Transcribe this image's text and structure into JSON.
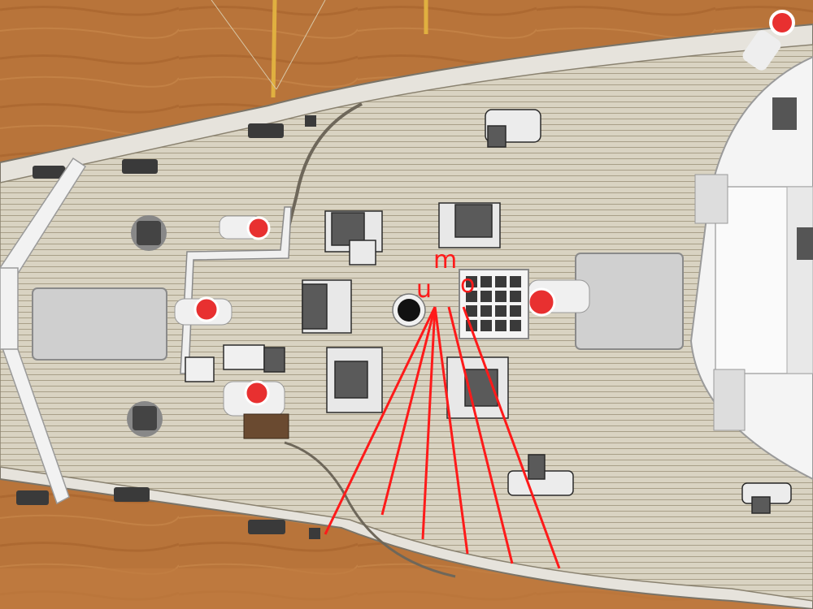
{
  "annotations": {
    "label_m": "m",
    "label_u": "u",
    "label_o": "o",
    "color": "#ff1a1a"
  }
}
